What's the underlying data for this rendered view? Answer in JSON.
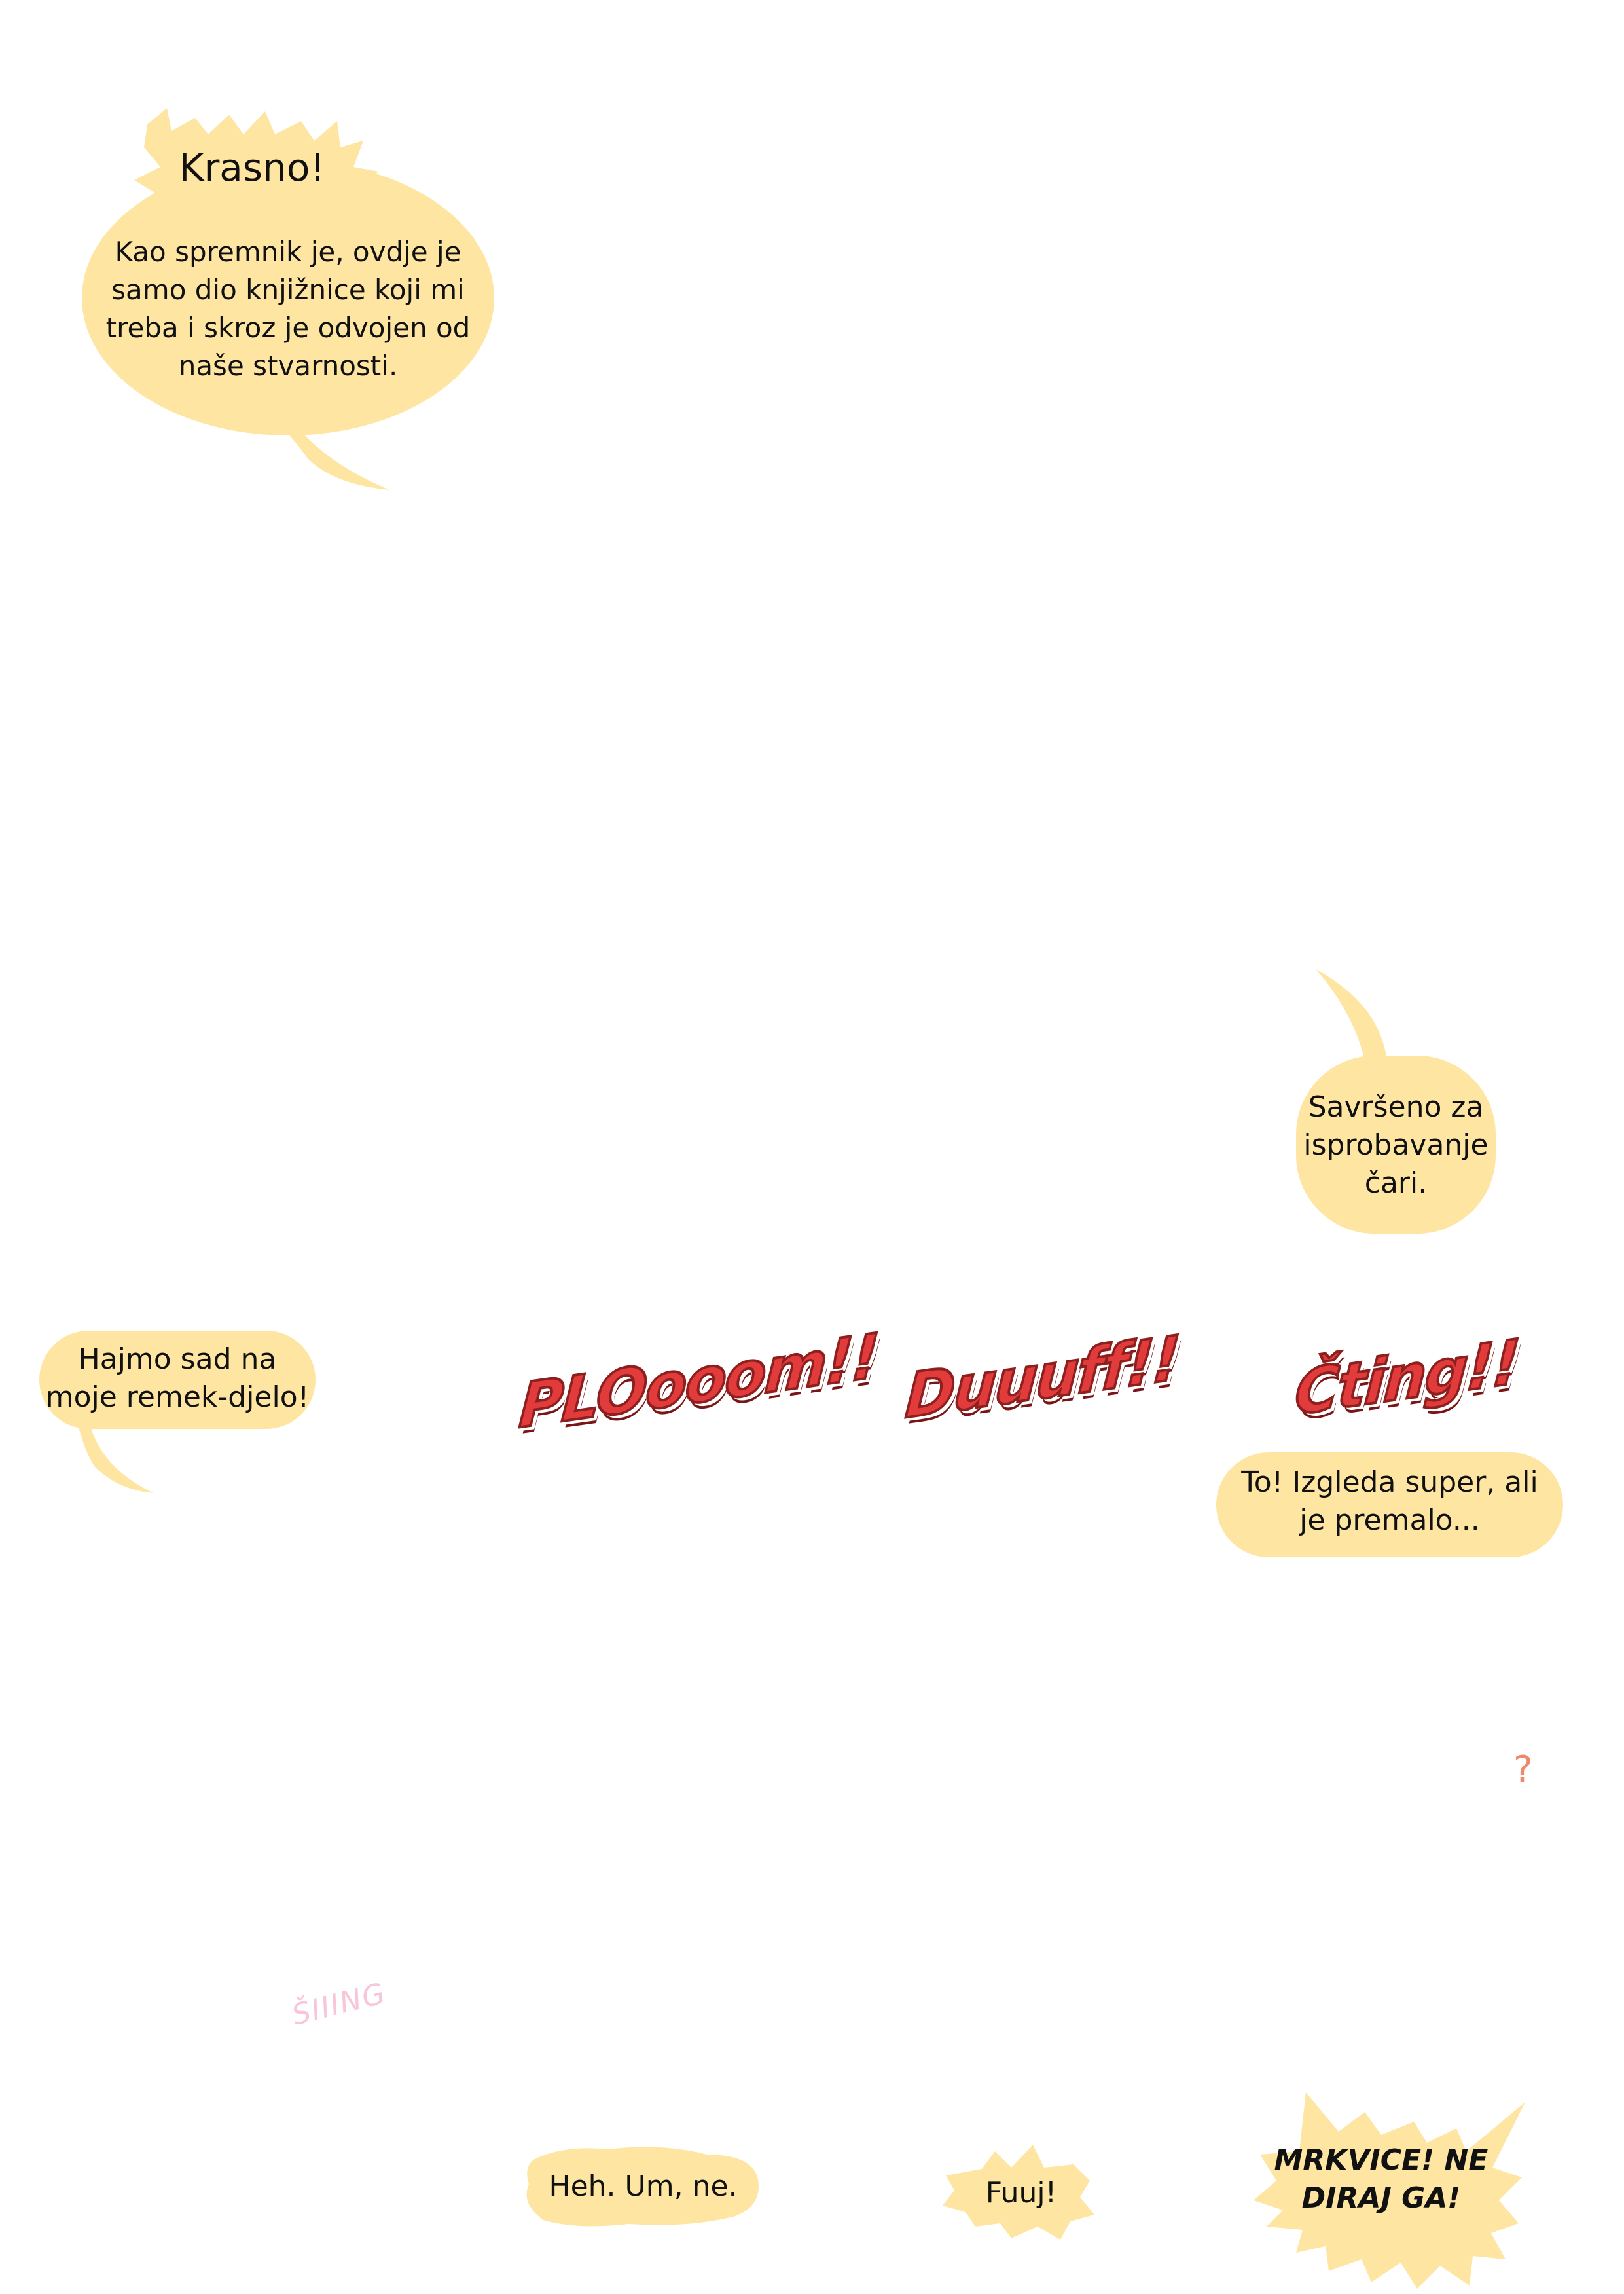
{
  "colors": {
    "bubble_fill": "#fee6a2",
    "sfx_fill": "#e23b3b",
    "sfx_outline": "#8e1f1f",
    "question_mark": "#ee8a6a",
    "siing": "#f6b3cf"
  },
  "bubbles": {
    "krasno": {
      "heading": "Krasno!",
      "lines": [
        "Kao spremnik je, ovdje je",
        "samo dio knjižnice koji mi",
        "treba i skroz je odvojen od",
        "naše stvarnosti."
      ]
    },
    "savrseno": {
      "lines": [
        "Savršeno za",
        "isprobavanje",
        "čari."
      ]
    },
    "hajmo": {
      "lines": [
        "Hajmo sad na",
        "moje remek-djelo!"
      ]
    },
    "to": {
      "lines": [
        "To! Izgleda super, ali",
        "je premalo..."
      ]
    },
    "heh": {
      "text": "Heh. Um, ne."
    },
    "fuuj": {
      "text": "Fuuj!"
    },
    "mrkvice": {
      "lines": [
        "MRKVICE! NE",
        "DIRAJ GA!"
      ]
    }
  },
  "sound_effects": {
    "plooom": "PLOooom!!",
    "duuuff": "Duuuff!!",
    "cting": "Čting!!",
    "siing": "ŠIIING"
  },
  "marks": {
    "question": "?"
  }
}
